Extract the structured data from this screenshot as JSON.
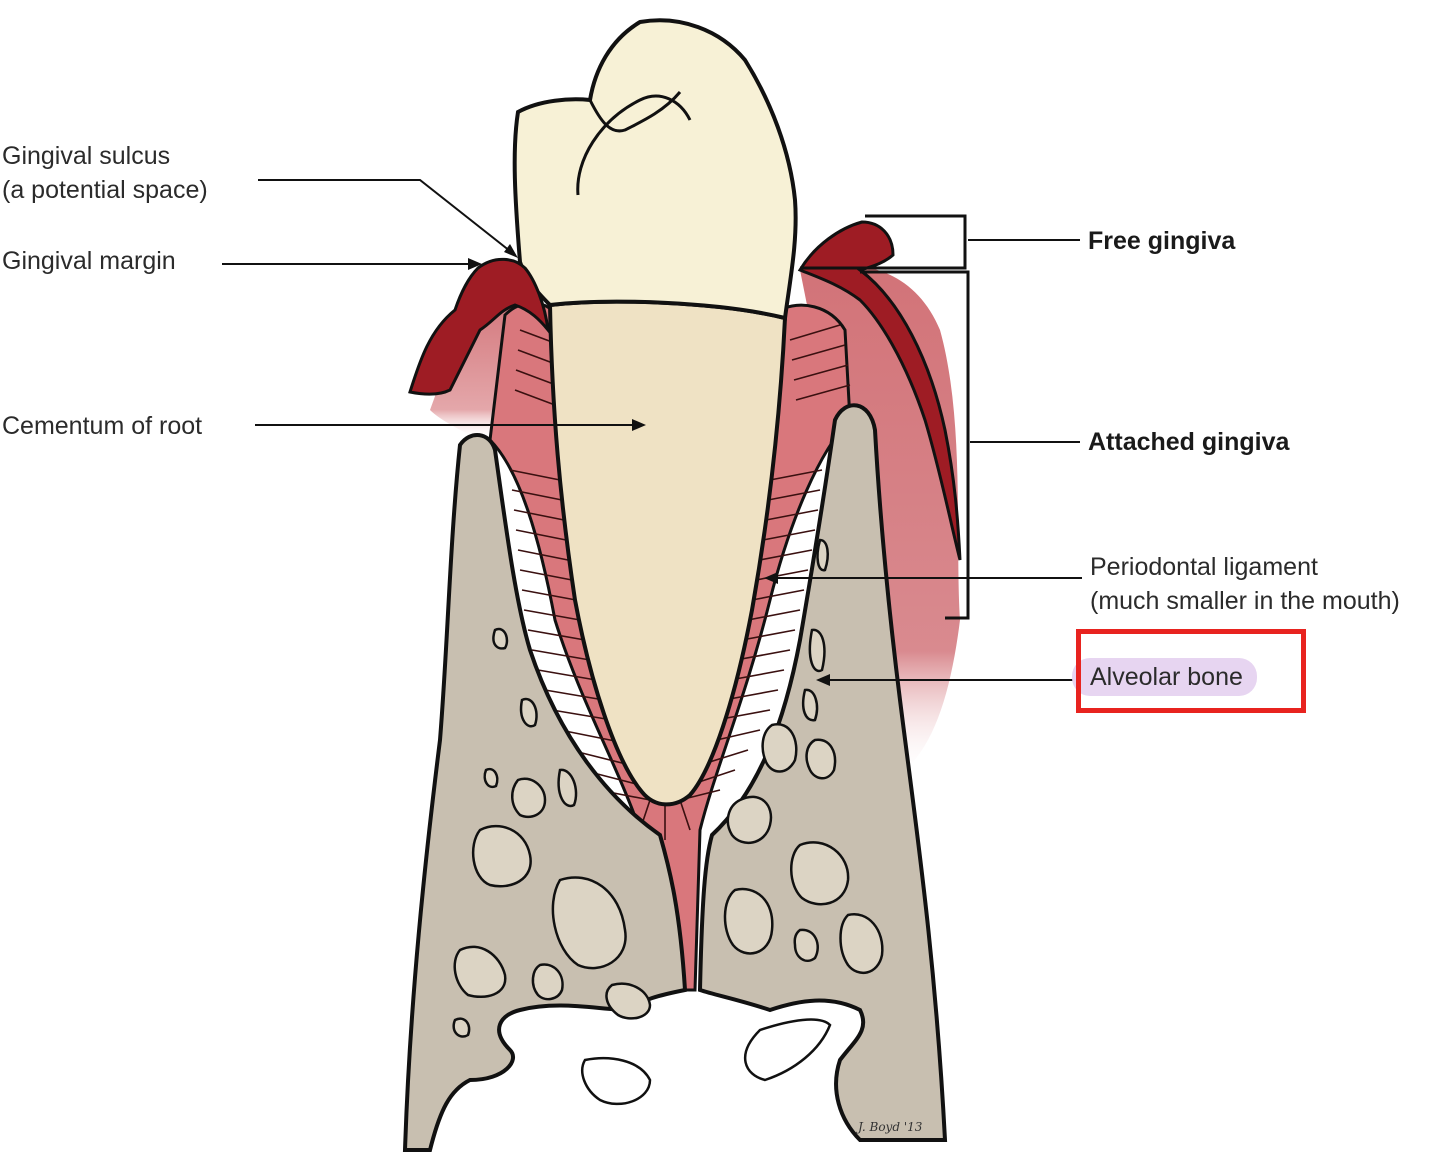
{
  "labels": {
    "gingival_sulcus_line1": "Gingival sulcus",
    "gingival_sulcus_line2": "(a potential space)",
    "gingival_margin": "Gingival margin",
    "cementum_of_root": "Cementum of root",
    "free_gingiva": "Free gingiva",
    "attached_gingiva": "Attached gingiva",
    "periodontal_ligament_line1": "Periodontal ligament",
    "periodontal_ligament_line2": "(much smaller in the mouth)",
    "alveolar_bone": "Alveolar bone"
  },
  "signature": "J. Boyd '13",
  "colors": {
    "enamel": "#f7f1d6",
    "cementum": "#efe2c4",
    "gingiva_dark": "#9e1c24",
    "gingiva_light": "#d98a8f",
    "pdl": "#d9777c",
    "bone": "#c8bfb0",
    "outline": "#111111",
    "highlight_box": "#e8231f",
    "highlight_bg": "#e7d5f1"
  },
  "highlight": {
    "target": "alveolar_bone"
  }
}
